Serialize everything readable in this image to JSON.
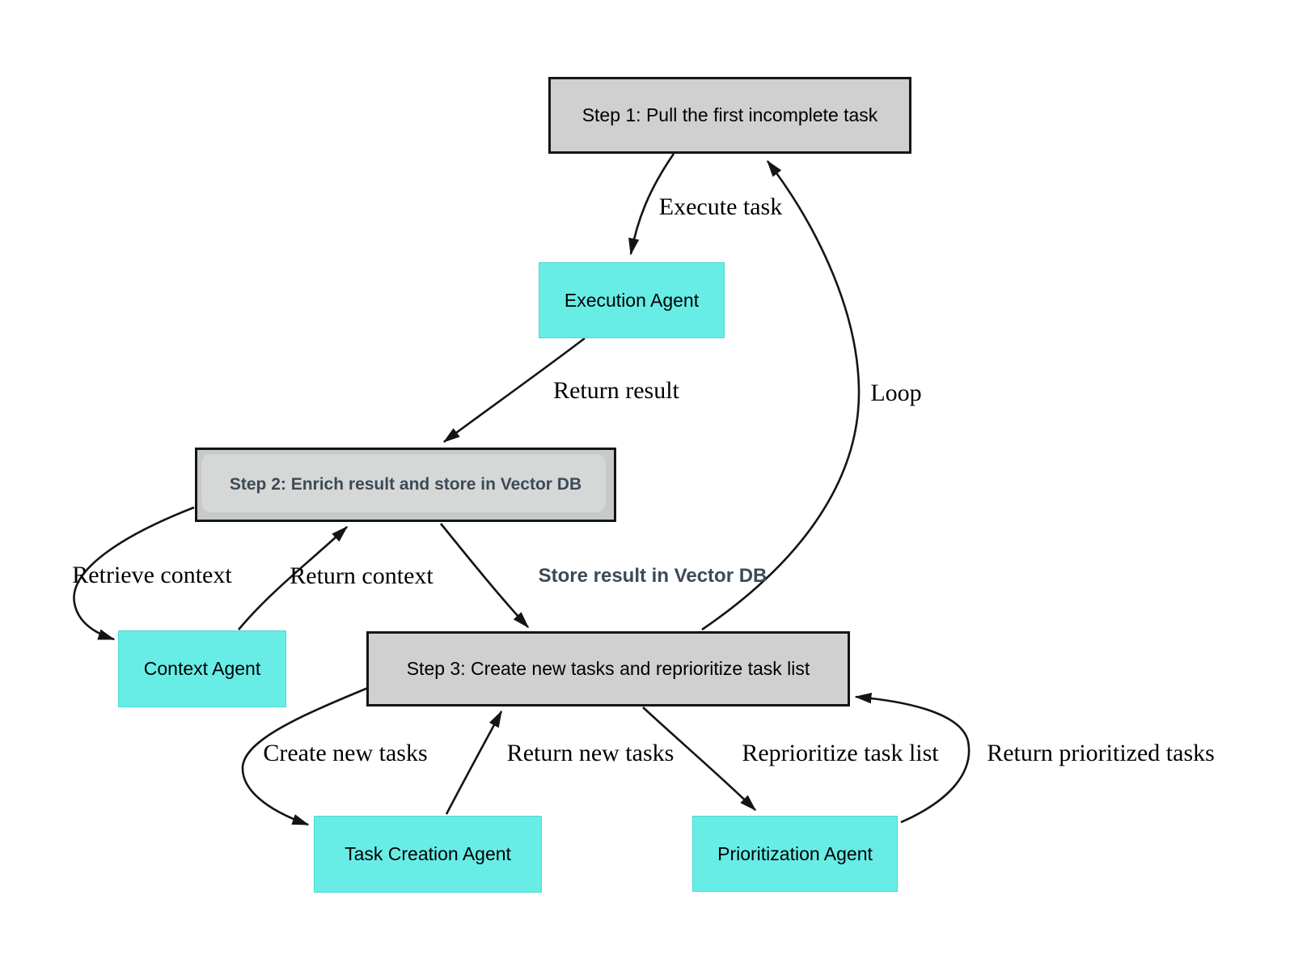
{
  "diagram": {
    "background": "#ffffff",
    "colors": {
      "step_fill": "#d0d0d0",
      "step2_fill": "#c7caca",
      "step2_inner_fill": "#d6d8d8",
      "agent_fill": "#67ede6",
      "box_border": "#151515",
      "edge_stroke": "#141414",
      "emphasis_text": "#3d4a57",
      "text": "#000000"
    },
    "nodes": {
      "step1": {
        "label": "Step 1: Pull the first incomplete task",
        "type": "step"
      },
      "execution_agent": {
        "label": "Execution Agent",
        "type": "agent"
      },
      "step2": {
        "label": "Step 2: Enrich result and store in Vector DB",
        "type": "step"
      },
      "context_agent": {
        "label": "Context Agent",
        "type": "agent"
      },
      "step3": {
        "label": "Step 3: Create new tasks and reprioritize task list",
        "type": "step"
      },
      "task_creation_agent": {
        "label": "Task Creation Agent",
        "type": "agent"
      },
      "prioritization_agent": {
        "label": "Prioritization Agent",
        "type": "agent"
      }
    },
    "edges": {
      "execute_task": {
        "label": "Execute task",
        "from": "step1",
        "to": "execution_agent"
      },
      "return_result": {
        "label": "Return result",
        "from": "execution_agent",
        "to": "step2"
      },
      "loop": {
        "label": "Loop",
        "from": "step3",
        "to": "step1"
      },
      "retrieve_context": {
        "label": "Retrieve context",
        "from": "step2",
        "to": "context_agent"
      },
      "return_context": {
        "label": "Return context",
        "from": "context_agent",
        "to": "step2"
      },
      "store_result": {
        "label": "Store result in Vector DB",
        "from": "step2",
        "to": "step3"
      },
      "create_new_tasks": {
        "label": "Create new tasks",
        "from": "step3",
        "to": "task_creation_agent"
      },
      "return_new_tasks": {
        "label": "Return new tasks",
        "from": "task_creation_agent",
        "to": "step3"
      },
      "reprioritize_task_list": {
        "label": "Reprioritize task list",
        "from": "step3",
        "to": "prioritization_agent"
      },
      "return_prioritized_tasks": {
        "label": "Return prioritized tasks",
        "from": "prioritization_agent",
        "to": "step3"
      }
    }
  }
}
